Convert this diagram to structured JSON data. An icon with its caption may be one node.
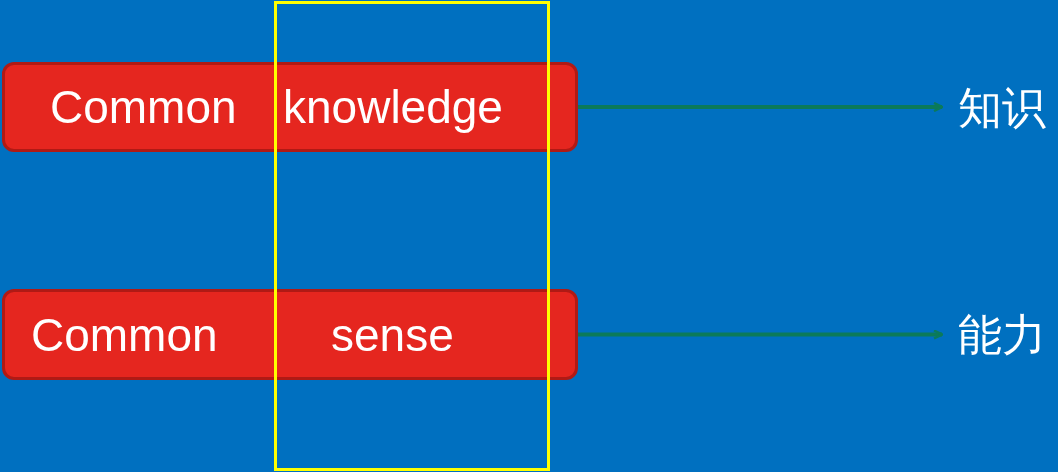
{
  "diagram": {
    "nodes": [
      {
        "text": [
          "Common",
          "knowledge"
        ]
      },
      {
        "text": [
          "知识"
        ]
      },
      {
        "text": [
          "Common",
          "sense"
        ]
      },
      {
        "text": [
          "能力"
        ]
      }
    ],
    "edges": [
      {
        "from": 0,
        "to": 1,
        "arrow": "to",
        "color": "#0b7a5a"
      },
      {
        "from": 2,
        "to": 3,
        "arrow": "to",
        "color": "#0b7a5a"
      }
    ]
  }
}
